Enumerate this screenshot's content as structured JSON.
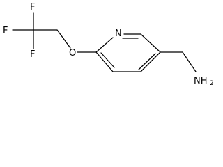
{
  "molecule": {
    "atoms": {
      "f_top": "F",
      "f_left": "F",
      "f_bottom": "F",
      "oxygen": "O",
      "nitrogen": "N",
      "amine": "NH",
      "amine_subscript": "2"
    },
    "colors": {
      "bond": "#000000",
      "label": "#000000",
      "background": "#ffffff"
    }
  }
}
